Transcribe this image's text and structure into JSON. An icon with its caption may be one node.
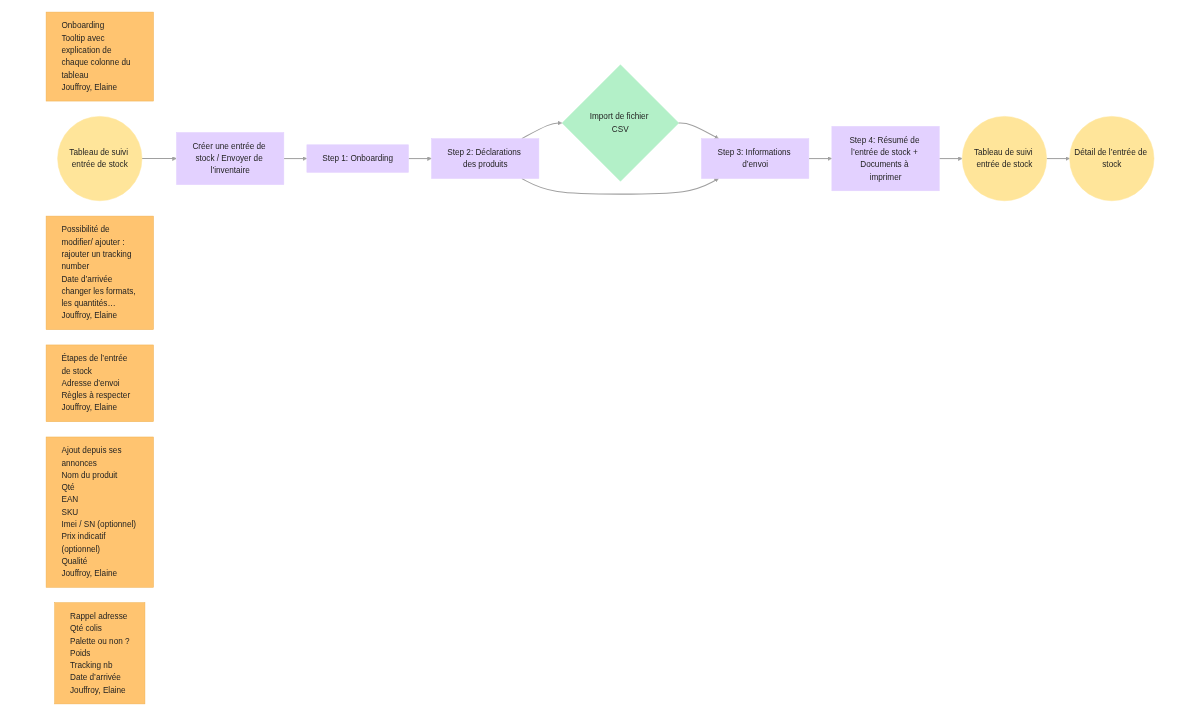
{
  "diagram": {
    "nodes": [
      {
        "text": [
          "Onboarding",
          "Tooltip avec explication de chaque colonne du tableau",
          "Jouffroy, Elaine"
        ]
      },
      {
        "text": [
          "Tableau de suivi entrée de stock"
        ]
      },
      {
        "text": [
          "Créer une entrée de stock / Envoyer de l’inventaire"
        ]
      },
      {
        "text": [
          "Step 1: Onboarding"
        ]
      },
      {
        "text": [
          "Import de fichier CSV"
        ]
      },
      {
        "text": [
          "Step 2: Déclarations des produits"
        ]
      },
      {
        "text": [
          "Step 3: Informations d’envoi"
        ]
      },
      {
        "text": [
          "Step 4: Résumé de l’entrée de stock + Documents à imprimer"
        ]
      },
      {
        "text": [
          "Tableau de suivi entrée de stock"
        ]
      },
      {
        "text": [
          "Détail de l’entrée de stock"
        ]
      },
      {
        "text": [
          "Possibilité de modifier/ ajouter :",
          "rajouter un tracking number",
          "Date d’arrivée",
          "changer les formats, les quantités…",
          "Jouffroy, Elaine"
        ]
      },
      {
        "text": [
          "Étapes de l’entrée de stock",
          "Adresse d’envoi",
          "Règles à respecter",
          "Jouffroy, Elaine"
        ]
      },
      {
        "text": [
          "Ajout depuis ses annonces",
          "Nom du produit",
          "Qté",
          "EAN",
          "SKU",
          "Imei / SN (optionnel)",
          "Prix indicatif (optionnel)",
          "Qualité",
          "Jouffroy, Elaine"
        ]
      },
      {
        "text": [
          "Rappel adresse",
          "Qté colis",
          "Palette ou non ?",
          "Poids",
          "Tracking nb",
          "Date d’arrivée",
          "Jouffroy, Elaine"
        ]
      }
    ],
    "edges": [
      {
        "from": 1,
        "to": 2,
        "arrow": "to"
      },
      {
        "from": 2,
        "to": 3,
        "arrow": "to"
      },
      {
        "from": 3,
        "to": 5,
        "arrow": "to"
      },
      {
        "from": 5,
        "to": 4,
        "arrow": "to"
      },
      {
        "from": 4,
        "to": 6,
        "arrow": "to"
      },
      {
        "from": 5,
        "to": 6,
        "arrow": "to"
      },
      {
        "from": 6,
        "to": 7,
        "arrow": "to"
      },
      {
        "from": 7,
        "to": 8,
        "arrow": "to"
      },
      {
        "from": 8,
        "to": 9,
        "arrow": "to"
      }
    ]
  }
}
